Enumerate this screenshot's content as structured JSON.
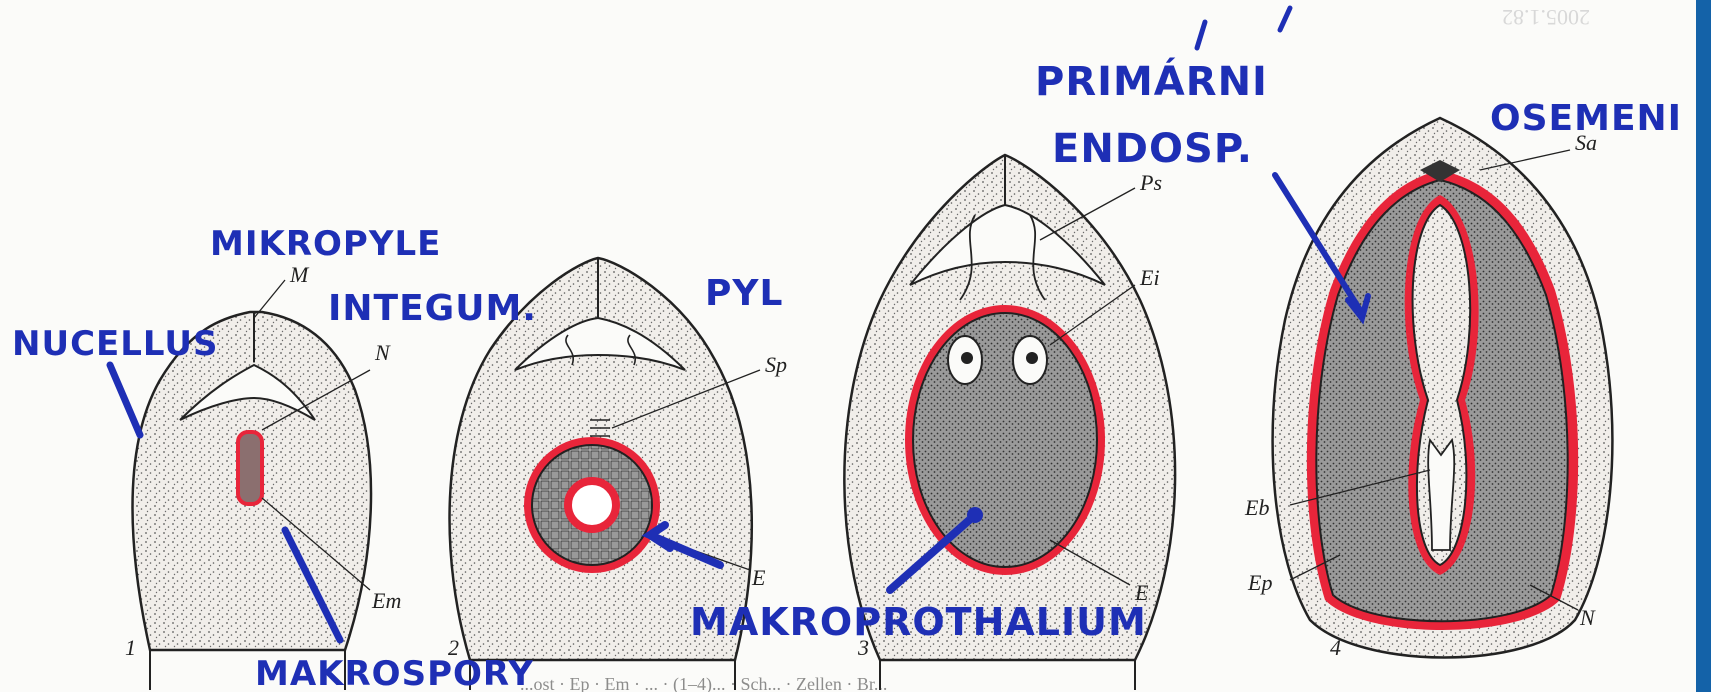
{
  "colors": {
    "ink": "#222222",
    "marker_blue": "#1e2fb5",
    "highlight_red": "#e8253a",
    "tissue_light": "#ece9e4",
    "tissue_dark": "#8d8d8d",
    "side_bar": "#1462a8"
  },
  "scan_number": "2005.1.82",
  "figures": [
    {
      "number": "1",
      "labels": {
        "m": "M",
        "n": "N",
        "em": "Em"
      }
    },
    {
      "number": "2",
      "labels": {
        "sp": "Sp",
        "e": "E"
      }
    },
    {
      "number": "3",
      "labels": {
        "ps": "Ps",
        "ei": "Ei",
        "e": "E"
      }
    },
    {
      "number": "4",
      "labels": {
        "sa": "Sa",
        "eb": "Eb",
        "ep": "Ep",
        "n": "N"
      }
    }
  ],
  "handwritten": {
    "mikropyle": "MIKROPYLE",
    "nucellus": "NUCELLUS",
    "integum": "INTEGUM.",
    "pyl": "PYL",
    "makrospory": "MAKROSPORY",
    "makroprothalium": "MAKROPROTHALIUM",
    "primarni": "PRIMÁRNI",
    "endosp": "ENDOSP.",
    "oseheni": "OSEMENI"
  },
  "caption_fragment": "...ost · Ep · Em · ... · (1–4)... · Sch... · Zellen · Br..."
}
